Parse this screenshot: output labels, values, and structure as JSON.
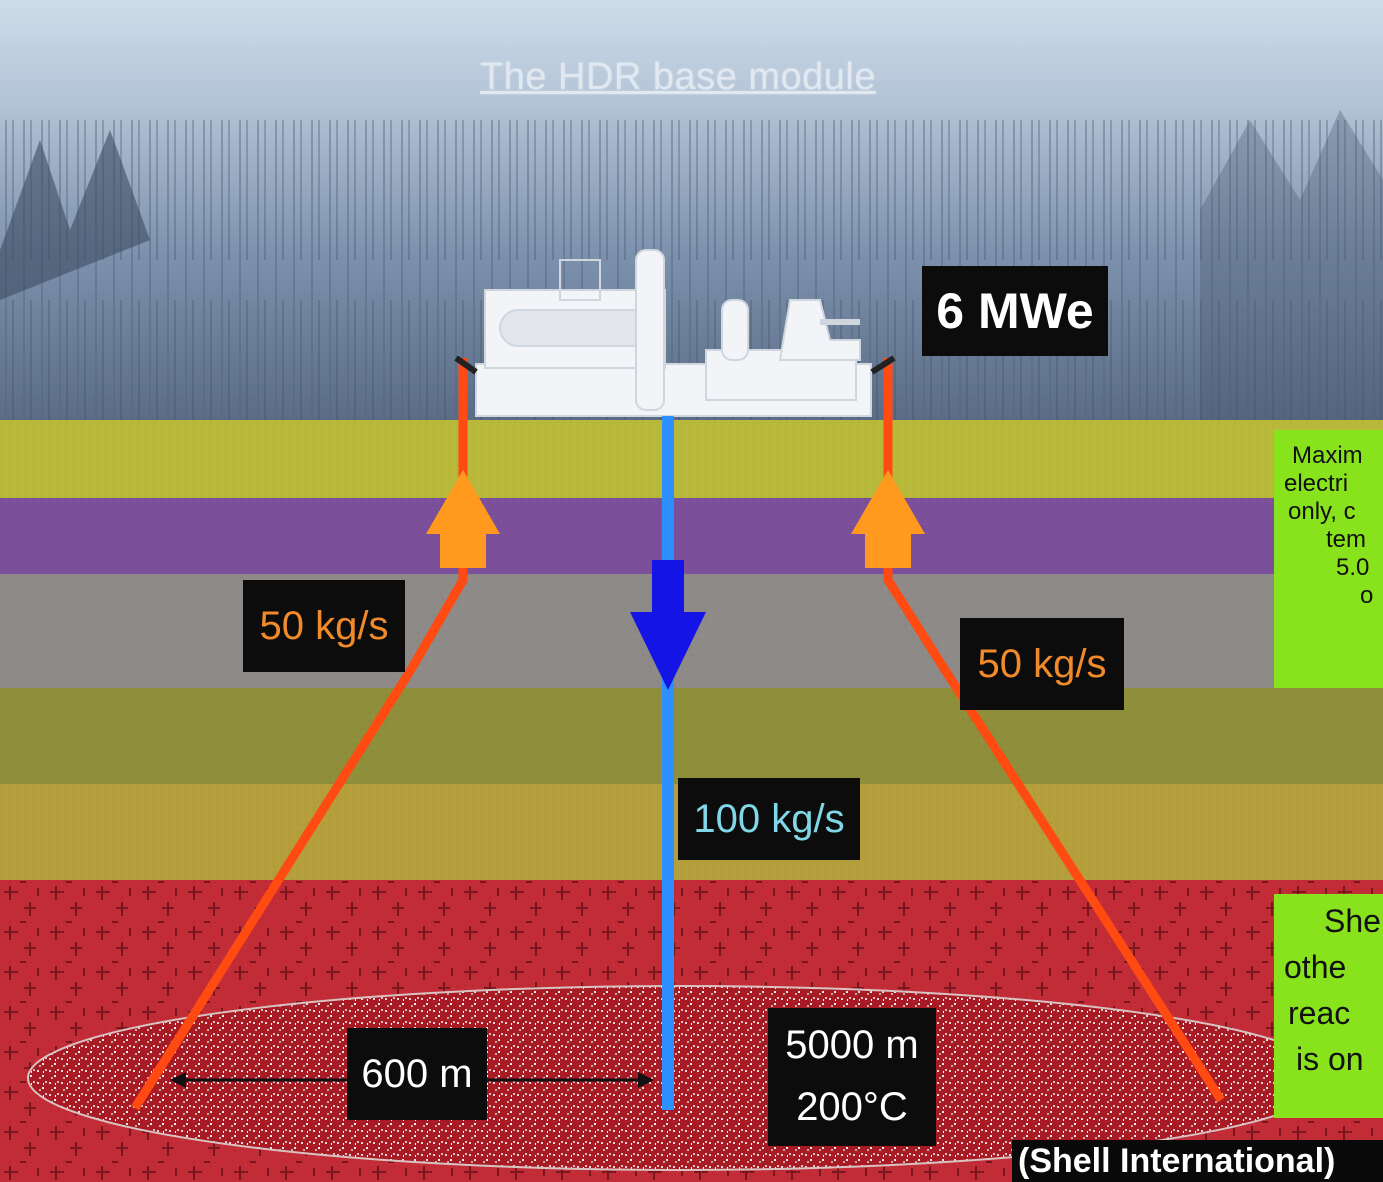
{
  "title": "The HDR base module",
  "power_label": "6 MWe",
  "flow_left": "50 kg/s",
  "flow_right": "50 kg/s",
  "flow_center": "100 kg/s",
  "distance": "600 m",
  "depth": "5000 m",
  "temperature": "200°C",
  "credit": "(Shell International)",
  "notes": {
    "note1_lines": [
      "Maxim",
      "electri",
      "only, c",
      "tem",
      "5.0",
      "o"
    ],
    "note2_lines": [
      "She",
      "othe",
      "reac",
      "is on"
    ]
  },
  "colors": {
    "production_well": "#ff4a12",
    "injection_well": "#2e8fff",
    "injection_arrow": "#1414e6",
    "production_arrow": "#ff9a1e",
    "note_background": "#88e21c"
  }
}
